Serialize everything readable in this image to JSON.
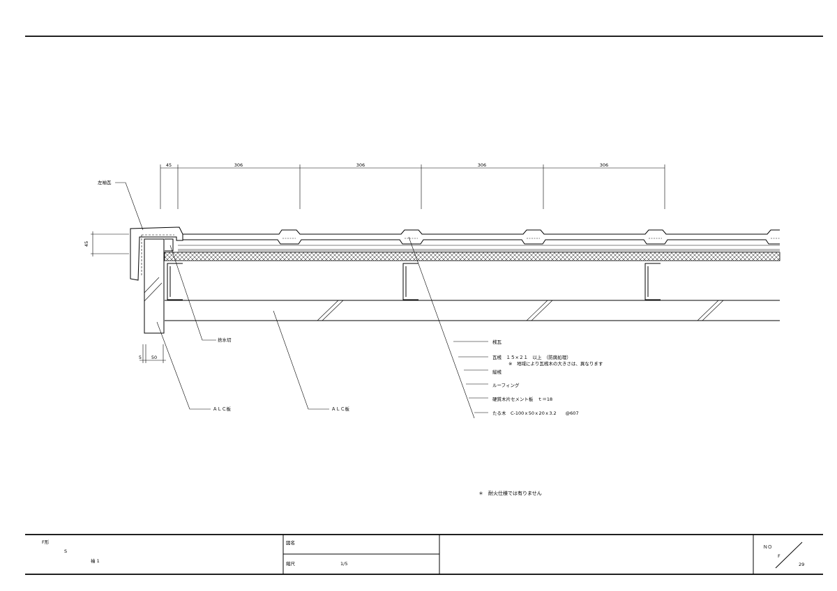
{
  "drawing": {
    "dimensions": {
      "top": [
        "45",
        "306",
        "306",
        "306",
        "306"
      ],
      "left_vertical": "45",
      "bottom": [
        "5",
        "50"
      ]
    },
    "callouts": {
      "left_sode": "左袖瓦",
      "mizukiri": "捨水切",
      "alc_left": "ＡＬＣ板",
      "alc_mid": "ＡＬＣ板"
    },
    "layers": [
      {
        "label": "桟瓦"
      },
      {
        "label": "瓦桟　１５×２１　以上　（防腐処理）"
      },
      {
        "label": "縦桟"
      },
      {
        "label": "ルーフィング"
      },
      {
        "label": "硬質木片セメント板　ｔ＝18"
      },
      {
        "label": "たる木　C-100ｘ50ｘ20ｘ3.2　　@607"
      }
    ],
    "layer_note": "※　地域により瓦桟木の大きさは、異なります",
    "fire_note": "＊　耐火仕様では有りません"
  },
  "title_block": {
    "product": "F形",
    "variant": "S",
    "part": "袖 1",
    "name_label": "図名",
    "scale_label": "縮尺",
    "scale_value": "1/5",
    "no_label": "ＮＯ",
    "no_prefix": "F",
    "no_value": "29"
  }
}
